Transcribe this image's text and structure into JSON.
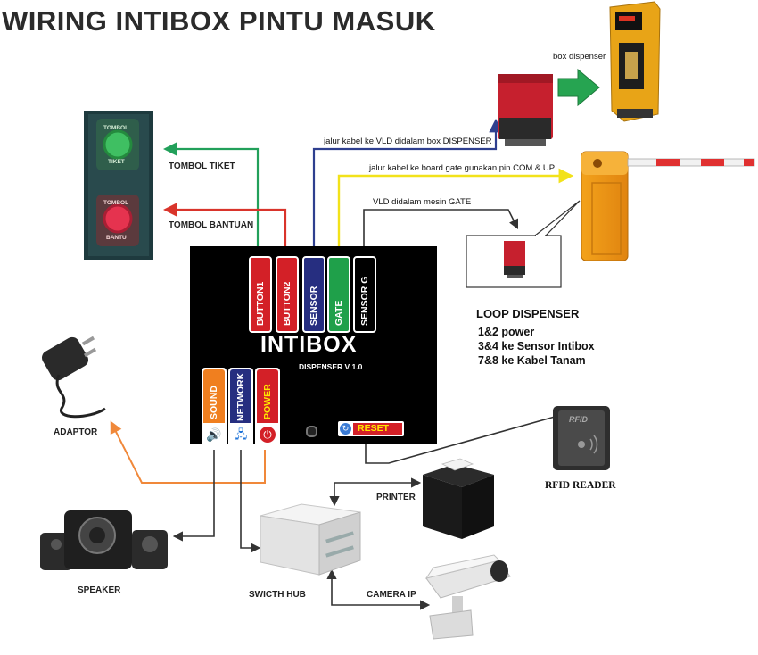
{
  "title": "WIRING INTIBOX PINTU MASUK",
  "intibox": {
    "name": "INTIBOX",
    "subtitle": "DISPENSER V 1.0",
    "top_ports": [
      "BUTTON1",
      "BUTTON2",
      "SENSOR",
      "GATE",
      "SENSOR G"
    ],
    "bottom_ports": [
      "SOUND",
      "NETWORK",
      "POWER"
    ],
    "reset_label": "RESET"
  },
  "tombol": {
    "tiket_top": "TOMBOL",
    "tiket_bottom": "TIKET",
    "bantu_top": "TOMBOL",
    "bantu_bottom": "BANTU"
  },
  "labels": {
    "tombol_tiket": "TOMBOL TIKET",
    "tombol_bantuan": "TOMBOL BANTUAN",
    "jalur_vld": "jalur kabel ke VLD didalam box DISPENSER",
    "jalur_gate": "jalur kabel ke board gate gunakan pin COM & UP",
    "vld_gate": "VLD didalam mesin GATE",
    "box_dispenser": "box dispenser",
    "adaptor": "ADAPTOR",
    "speaker": "SPEAKER",
    "switch_hub": "SWICTH HUB",
    "printer": "PRINTER",
    "camera_ip": "CAMERA IP",
    "rfid_reader": "RFID READER",
    "rfid_device": "RFID"
  },
  "loop_dispenser": {
    "heading": "LOOP DISPENSER",
    "lines": [
      "1&2 power",
      "3&4 ke Sensor Intibox",
      "7&8 ke Kabel Tanam"
    ]
  },
  "colors": {
    "green_wire": "#22a05a",
    "red_wire": "#d9342b",
    "navy_wire": "#2e3f8f",
    "yellow_wire": "#f2e21a",
    "orange_wire": "#f0883a",
    "dark_wire": "#333333",
    "button1": "#d32027",
    "button2": "#d32027",
    "sensor": "#262e80",
    "gate": "#1fa04a",
    "sensor_g": "#000000",
    "sound": "#f07f1f",
    "network": "#262e80",
    "power": "#d32027"
  }
}
